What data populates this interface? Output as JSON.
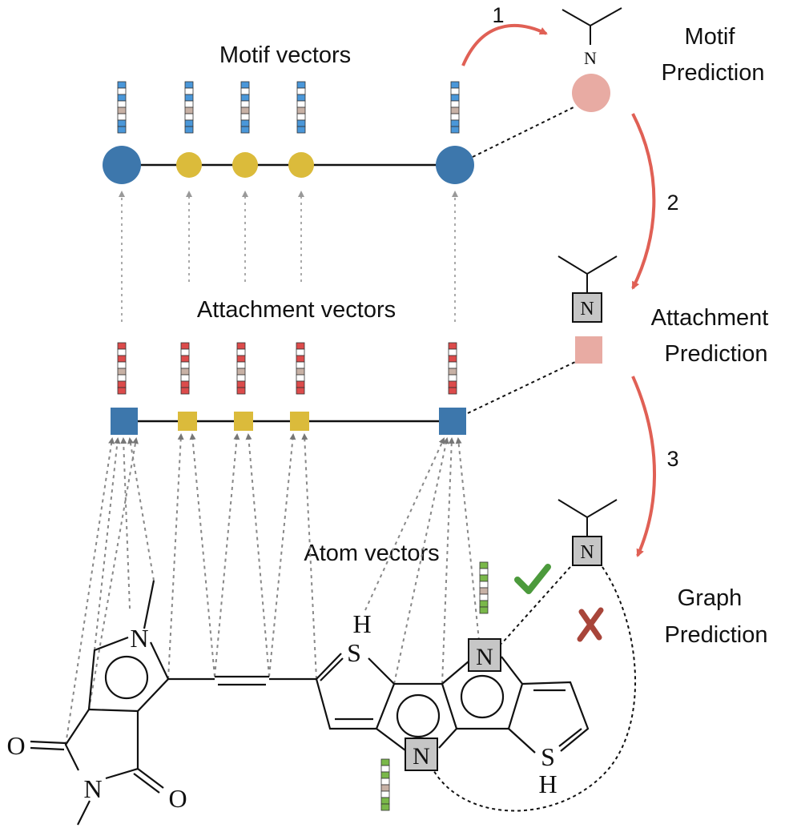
{
  "labels": {
    "motif_vectors": "Motif vectors",
    "attachment_vectors": "Attachment vectors",
    "atom_vectors": "Atom vectors",
    "motif_prediction": [
      "Motif",
      "Prediction"
    ],
    "attachment_prediction": [
      "Attachment",
      "Prediction"
    ],
    "graph_prediction": [
      "Graph",
      "Prediction"
    ],
    "step_1": "1",
    "step_2": "2",
    "step_3": "3"
  },
  "atoms": {
    "n_motif": "N",
    "n_boxed": "N",
    "n_pyrrole": "N",
    "n_imide": "N",
    "o_left": "O",
    "o_bottom": "O",
    "s_thiophene_left": "S",
    "h_thiophene_left": "H",
    "s_thiophene_right": "S",
    "h_thiophene_right": "H"
  },
  "colors": {
    "motif_blue": "#3d77ac",
    "motif_yellow": "#dbbb3b",
    "prediction_pink": "#e8aba3",
    "arrow_red": "#e06055",
    "box_gray": "#c6c6c6",
    "check_green": "#4c9a3c",
    "cross_red": "#a8453a",
    "vector_blue": "#4a97d9",
    "vector_red": "#dc4b4b",
    "vector_green": "#7ab84a",
    "vector_tan": "#c7b1a5"
  }
}
